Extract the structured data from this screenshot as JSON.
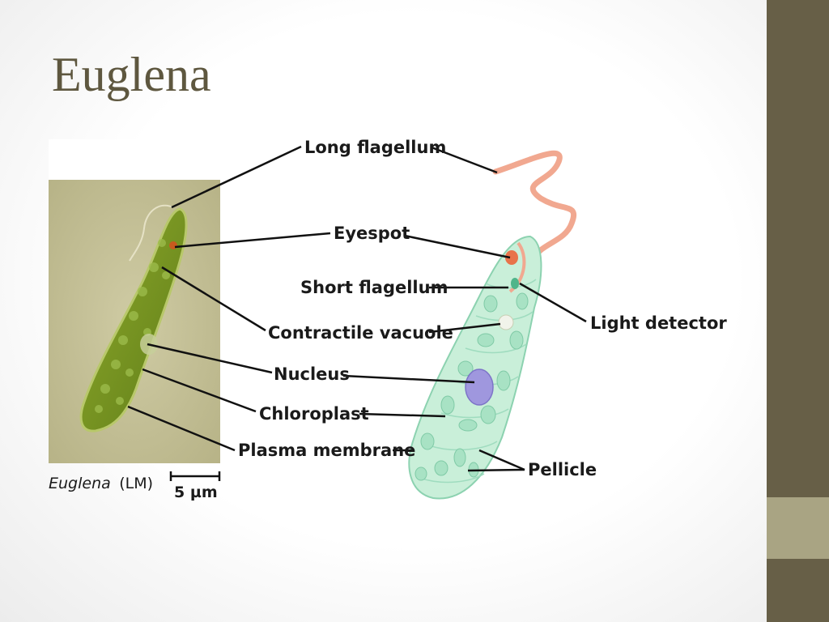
{
  "slide": {
    "title": "Euglena"
  },
  "figure": {
    "caption_italic": "Euglena",
    "caption_suffix": "(LM)",
    "scale_bar": "5 µm",
    "labels": {
      "long_flagellum": "Long flagellum",
      "eyespot": "Eyespot",
      "short_flagellum": "Short flagellum",
      "light_detector": "Light detector",
      "contractile_vacuole": "Contractile vacuole",
      "nucleus": "Nucleus",
      "chloroplast": "Chloroplast",
      "plasma_membrane": "Plasma membrane",
      "pellicle": "Pellicle"
    }
  },
  "colors": {
    "side_bar": "#675f47",
    "side_accent": "#a9a483",
    "title": "#5e573f",
    "micrograph_bg": "#c8c49a",
    "cell_green": "#6f8f1e",
    "cell_illustration": "#c9efd9",
    "flagellum": "#f1a890",
    "nucleus": "#9f97de"
  }
}
